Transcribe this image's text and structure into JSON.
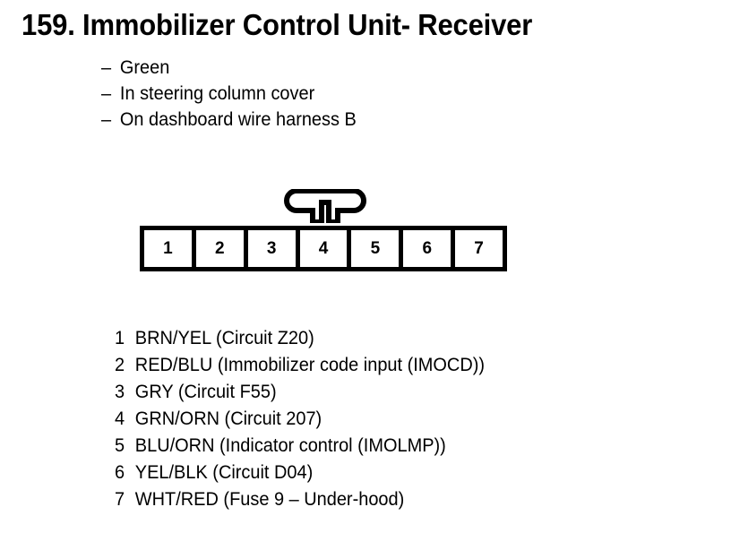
{
  "page": {
    "background_color": "#ffffff",
    "text_color": "#000000"
  },
  "title": {
    "number": "159.",
    "text": "159. Immobilizer Control Unit- Receiver"
  },
  "notes": {
    "dash": "–",
    "items": [
      {
        "text": "Green"
      },
      {
        "text": "In steering column cover"
      },
      {
        "text": "On dashboard wire harness B"
      }
    ]
  },
  "connector": {
    "name": "7-pin connector",
    "pin_count": 7,
    "tab_position_pin": 4,
    "pins": [
      {
        "number": "1"
      },
      {
        "number": "2"
      },
      {
        "number": "3"
      },
      {
        "number": "4"
      },
      {
        "number": "5"
      },
      {
        "number": "6"
      },
      {
        "number": "7"
      }
    ]
  },
  "pin_list": [
    {
      "number": "1",
      "description": "BRN/YEL (Circuit Z20)"
    },
    {
      "number": "2",
      "description": "RED/BLU (Immobilizer code input (IMOCD))"
    },
    {
      "number": "3",
      "description": "GRY (Circuit F55)"
    },
    {
      "number": "4",
      "description": "GRN/ORN (Circuit 207)"
    },
    {
      "number": "5",
      "description": "BLU/ORN (Indicator control (IMOLMP))"
    },
    {
      "number": "6",
      "description": "YEL/BLK (Circuit D04)"
    },
    {
      "number": "7",
      "description": "WHT/RED (Fuse 9 – Under-hood)"
    }
  ]
}
